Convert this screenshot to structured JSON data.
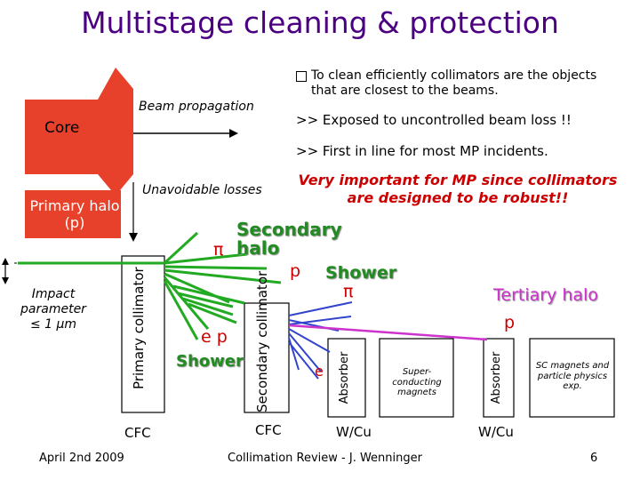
{
  "title": "Multistage cleaning & protection",
  "bullets": {
    "main": "To clean efficiently collimators are the objects that are closest to the beams.",
    "sub1": ">> Exposed to uncontrolled beam loss !!",
    "sub2": ">> First in line for most MP incidents."
  },
  "important_note": "Very important for MP since collimators are designed to be robust!!",
  "labels": {
    "core": "Core",
    "primary_halo": "Primary halo (p)",
    "impact_parameter": "Impact parameter ≤ 1 μm",
    "beam_propagation": "Beam propagation",
    "unavoidable_losses": "Unavoidable losses",
    "pi_left": "π",
    "secondary_halo": "Secondary halo",
    "p_mid": "p",
    "shower_mid": "Shower",
    "pi_mid": "π",
    "e_p": "e p",
    "shower_low": "Shower",
    "e_small": "e",
    "tertiary_halo": "Tertiary halo",
    "p_right": "p"
  },
  "elements": {
    "primary_collimator": "Primary collimator",
    "secondary_collimator": "Secondary collimator",
    "absorber_1": "Absorber",
    "absorber_2": "Absorber",
    "sc_magnets_1": "Super-conducting magnets",
    "sc_magnets_2": "SC magnets and particle physics exp.",
    "material_cfc_1": "CFC",
    "material_cfc_2": "CFC",
    "material_wcu_1": "W/Cu",
    "material_wcu_2": "W/Cu"
  },
  "footer": {
    "date": "April 2nd 2009",
    "center": "Collimation Review - J. Wenninger",
    "page": "6"
  },
  "colors": {
    "title": "#4b0082",
    "core": "#e8412b",
    "halo": "#cc0000",
    "green": "#22aa22",
    "blue": "#3344cc",
    "magenta": "#cc33cc"
  }
}
